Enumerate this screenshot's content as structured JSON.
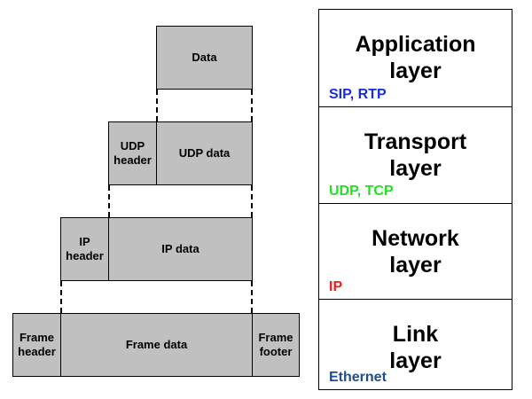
{
  "stack": {
    "data": "Data",
    "udp_header": "UDP\nheader",
    "udp_data": "UDP data",
    "ip_header": "IP\nheader",
    "ip_data": "IP data",
    "frame_header": "Frame\nheader",
    "frame_data": "Frame data",
    "frame_footer": "Frame\nfooter"
  },
  "layers": [
    {
      "title": "Application\nlayer",
      "protocols": "SIP, RTP",
      "color": "#1a2ed8"
    },
    {
      "title": "Transport\nlayer",
      "protocols": "UDP, TCP",
      "color": "#22e022"
    },
    {
      "title": "Network\nlayer",
      "protocols": "IP",
      "color": "#ee1c1c"
    },
    {
      "title": "Link\nlayer",
      "protocols": "Ethernet",
      "color": "#1f4e8c"
    }
  ]
}
